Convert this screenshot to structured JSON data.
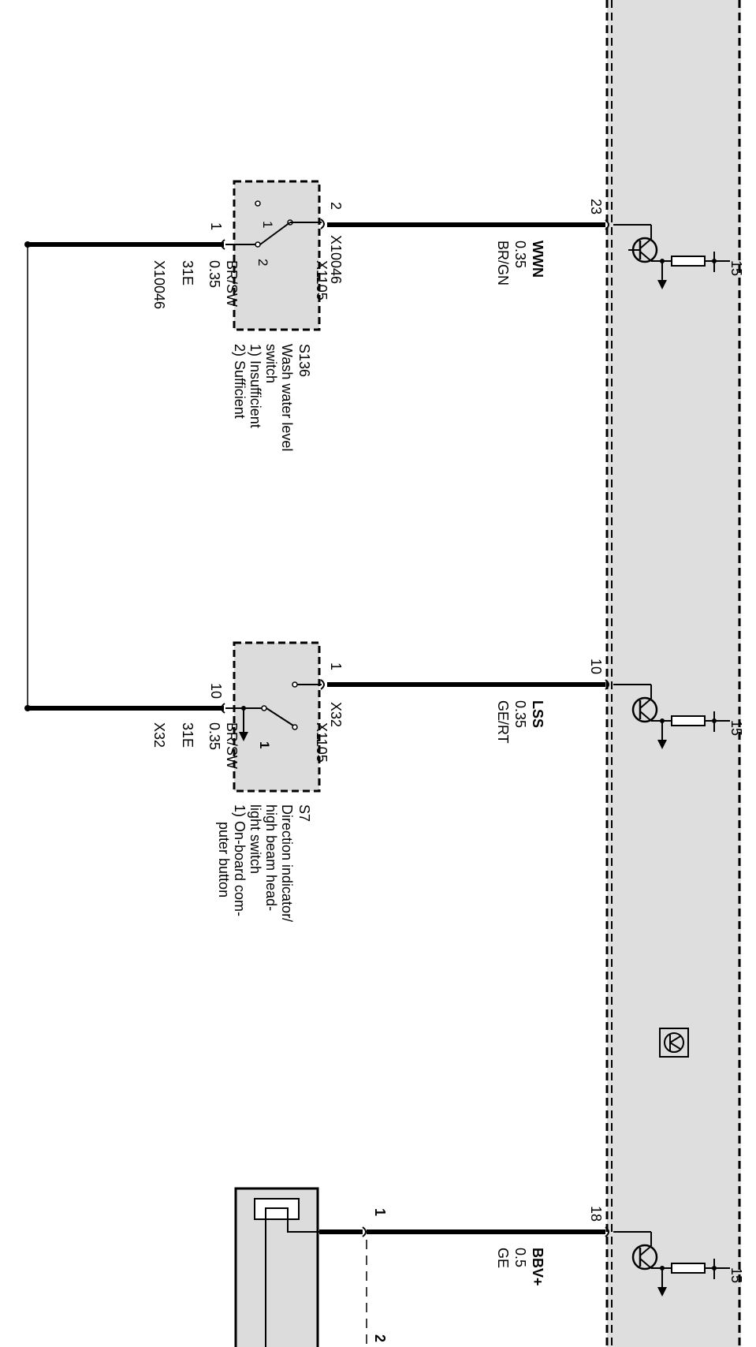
{
  "wires": [
    {
      "id": "wwn",
      "signal": "WWN",
      "gauge": "0.35",
      "color": "BR/GN"
    },
    {
      "id": "lss",
      "signal": "LSS",
      "gauge": "0.35",
      "color": "GE/RT"
    },
    {
      "id": "bbv",
      "signal": "BBV+",
      "gauge": "0.5",
      "color": "GE"
    }
  ],
  "module_pins": {
    "wwn": "23",
    "lss": "10",
    "bbv": "18"
  },
  "module_supply": {
    "wwn": "15",
    "lss": "15",
    "bbv": "15"
  },
  "ground_wires": [
    {
      "id": "s136",
      "name": "31E",
      "gauge": "0.35",
      "color": "BR/SW",
      "connector": "X10046",
      "pin": "1",
      "ground": "X1105"
    },
    {
      "id": "s7",
      "name": "31E",
      "gauge": "0.35",
      "color": "BR/SW",
      "connector": "X32",
      "pin": "10",
      "ground": "X1105"
    }
  ],
  "s136": {
    "id": "S136",
    "lines": [
      "Wash water level",
      "switch",
      "1) Insufficient",
      "2) Sufficient"
    ],
    "pin_top": "2",
    "connector_top": "X10046",
    "pos1": "1",
    "pos2": "2"
  },
  "s7": {
    "id": "S7",
    "lines": [
      "Direction indicator/",
      "high beam head-",
      "light switch",
      "1) On-board com-",
      "puter button"
    ],
    "pin_top": "1",
    "connector_top": "X32",
    "pos1": "1"
  },
  "bottom_device": {
    "pin1": "1",
    "pin2": "2"
  },
  "icons": {
    "module": "control-unit-icon"
  }
}
